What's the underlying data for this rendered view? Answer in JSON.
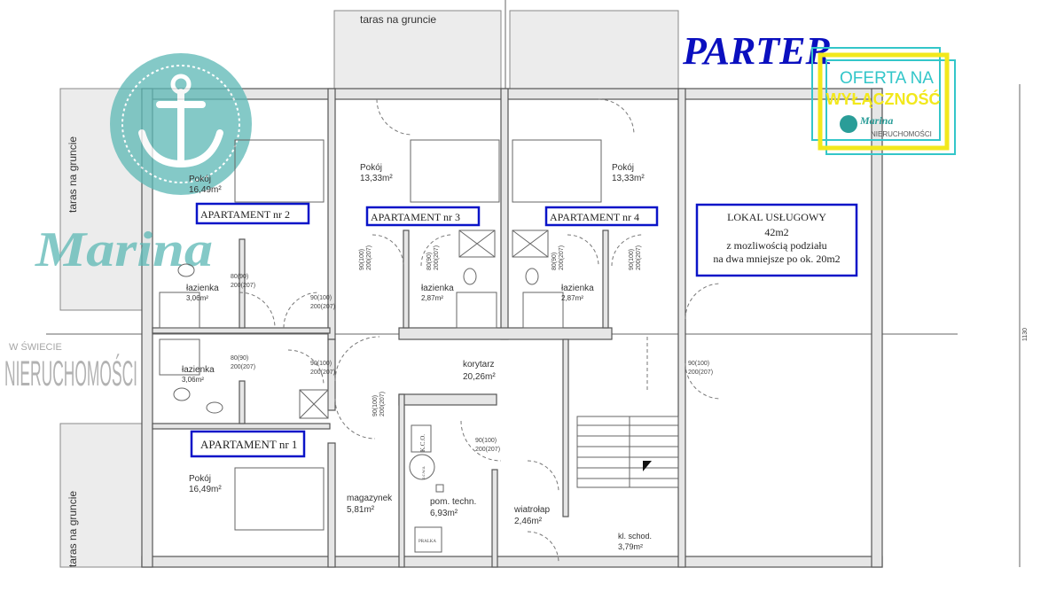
{
  "title": "PARTER",
  "colors": {
    "title": "#0a0fbf",
    "box": "#0a14c8",
    "logo_teal": "#5cb8b5",
    "badge_yellow": "#f2e81c",
    "badge_teal": "#33c6c9"
  },
  "badge": {
    "line1": "OFERTA NA",
    "line2": "WYŁĄCZNOŚĆ",
    "brand": "Marina",
    "brand_sub": "NIERUCHOMOŚCI"
  },
  "watermark": {
    "brand": "Marina",
    "prefix": "W ŚWIECIE",
    "sub": "NIERUCHOMOŚCI"
  },
  "terraces": {
    "top": "taras na gruncie",
    "left_top": "taras na gruncie",
    "left_bottom": "taras na gruncie"
  },
  "apartments": [
    "APARTAMENT nr 1",
    "APARTAMENT nr 2",
    "APARTAMENT nr 3",
    "APARTAMENT nr 4"
  ],
  "lokal": {
    "title": "LOKAL USŁUGOWY",
    "area": "42m2",
    "line1": "z mozliwością podziału",
    "line2": "na dwa mniejsze po ok. 20m2"
  },
  "rooms": {
    "pokoj2": {
      "name": "Pokój",
      "area": "16,49m²"
    },
    "pokoj3": {
      "name": "Pokój",
      "area": "13,33m²"
    },
    "pokoj4": {
      "name": "Pokój",
      "area": "13,33m²"
    },
    "pokoj1": {
      "name": "Pokój",
      "area": "16,49m²"
    },
    "lazienka2": {
      "name": "łazienka",
      "area": "3,06m²"
    },
    "lazienka3": {
      "name": "łazienka",
      "area": "2,87m²"
    },
    "lazienka4": {
      "name": "łazienka",
      "area": "2,87m²"
    },
    "lazienka1": {
      "name": "łazienka",
      "area": "3,06m²"
    },
    "korytarz": {
      "name": "korytarz",
      "area": "20,26m²"
    },
    "magazynek": {
      "name": "magazynek",
      "area": "5,81m²"
    },
    "techn": {
      "name": "pom. techn.",
      "area": "6,93m²"
    },
    "wiatrolap": {
      "name": "wiatrołap",
      "area": "2,46m²"
    },
    "schody": {
      "name": "kl. schod.",
      "area": "3,79m²"
    }
  },
  "fixtures": {
    "kco": "K.C.O.",
    "zcwu": "z.c.w.u.",
    "pralka": "PRALKA"
  },
  "doors": {
    "d80": "80(90)",
    "d90": "90(100)",
    "h": "200(207)"
  },
  "dimension": "1130"
}
